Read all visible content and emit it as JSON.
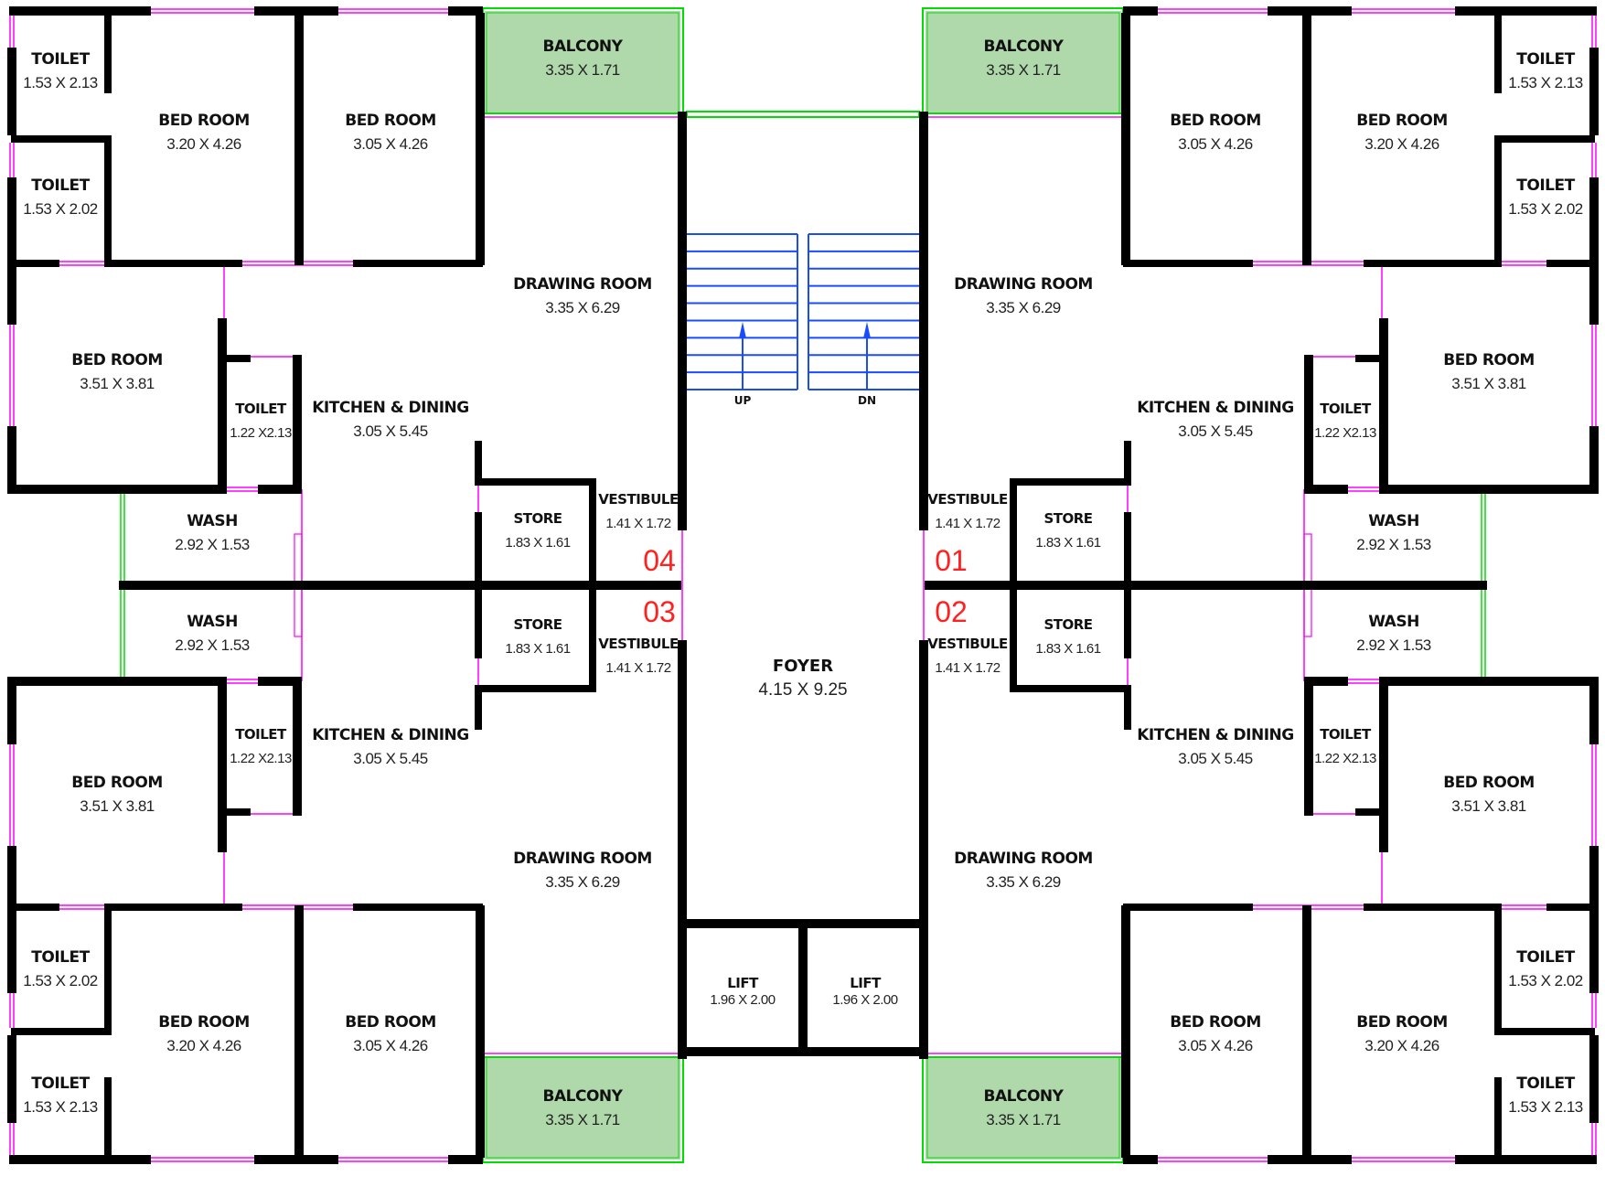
{
  "drawing": {
    "type": "floor-plan",
    "colors": {
      "wall": "#000000",
      "window": "#ff00ff",
      "balcony_fill": "#b0d9ab",
      "balcony_rail": "#00dd00",
      "stair": "#1a4cff",
      "unit_number": "#ff2020"
    },
    "foyer": {
      "name": "FOYER",
      "dim": "4.15 X 9.25"
    },
    "stairs": {
      "up_label": "UP",
      "down_label": "DN",
      "treads_per_flight": 10
    },
    "lifts": [
      {
        "name": "LIFT",
        "dim": "1.96 X 2.00"
      },
      {
        "name": "LIFT",
        "dim": "1.96 X 2.00"
      }
    ],
    "units": [
      {
        "number": "04",
        "position": "top-left",
        "rooms": {
          "balcony": {
            "name": "BALCONY",
            "dim": "3.35 X 1.71"
          },
          "toilet_a": {
            "name": "TOILET",
            "dim": "1.53 X 2.13"
          },
          "toilet_b": {
            "name": "TOILET",
            "dim": "1.53 X 2.02"
          },
          "bedroom_a": {
            "name": "BED  ROOM",
            "dim": "3.20 X 4.26"
          },
          "bedroom_b": {
            "name": "BED  ROOM",
            "dim": "3.05 X 4.26"
          },
          "bedroom_c": {
            "name": "BED  ROOM",
            "dim": "3.51 X 3.81"
          },
          "toilet_c": {
            "name": "TOILET",
            "dim": "1.22 X2.13"
          },
          "drawing": {
            "name": "DRAWING  ROOM",
            "dim": "3.35 X 6.29"
          },
          "kitchen": {
            "name": "KITCHEN &  DINING",
            "dim": "3.05 X 5.45"
          },
          "wash": {
            "name": "WASH",
            "dim": "2.92 X 1.53"
          },
          "store": {
            "name": "STORE",
            "dim": "1.83 X 1.61"
          },
          "vestibule": {
            "name": "VESTIBULE",
            "dim": "1.41 X 1.72"
          }
        }
      },
      {
        "number": "01",
        "position": "top-right",
        "rooms": {
          "balcony": {
            "name": "BALCONY",
            "dim": "3.35 X 1.71"
          },
          "toilet_a": {
            "name": "TOILET",
            "dim": "1.53 X 2.13"
          },
          "toilet_b": {
            "name": "TOILET",
            "dim": "1.53 X 2.02"
          },
          "bedroom_a": {
            "name": "BED  ROOM",
            "dim": "3.20 X 4.26"
          },
          "bedroom_b": {
            "name": "BED  ROOM",
            "dim": "3.05 X 4.26"
          },
          "bedroom_c": {
            "name": "BED  ROOM",
            "dim": "3.51 X 3.81"
          },
          "toilet_c": {
            "name": "TOILET",
            "dim": "1.22 X2.13"
          },
          "drawing": {
            "name": "DRAWING  ROOM",
            "dim": "3.35 X 6.29"
          },
          "kitchen": {
            "name": "KITCHEN &  DINING",
            "dim": "3.05 X 5.45"
          },
          "wash": {
            "name": "WASH",
            "dim": "2.92 X 1.53"
          },
          "store": {
            "name": "STORE",
            "dim": "1.83 X 1.61"
          },
          "vestibule": {
            "name": "VESTIBULE",
            "dim": "1.41 X 1.72"
          }
        }
      },
      {
        "number": "03",
        "position": "bottom-left",
        "rooms": {
          "balcony": {
            "name": "BALCONY",
            "dim": "3.35 X 1.71"
          },
          "toilet_a": {
            "name": "TOILET",
            "dim": "1.53 X 2.13"
          },
          "toilet_b": {
            "name": "TOILET",
            "dim": "1.53 X 2.02"
          },
          "bedroom_a": {
            "name": "BED  ROOM",
            "dim": "3.20 X 4.26"
          },
          "bedroom_b": {
            "name": "BED  ROOM",
            "dim": "3.05 X 4.26"
          },
          "bedroom_c": {
            "name": "BED  ROOM",
            "dim": "3.51 X 3.81"
          },
          "toilet_c": {
            "name": "TOILET",
            "dim": "1.22 X2.13"
          },
          "drawing": {
            "name": "DRAWING  ROOM",
            "dim": "3.35 X 6.29"
          },
          "kitchen": {
            "name": "KITCHEN &  DINING",
            "dim": "3.05 X 5.45"
          },
          "wash": {
            "name": "WASH",
            "dim": "2.92 X 1.53"
          },
          "store": {
            "name": "STORE",
            "dim": "1.83 X 1.61"
          },
          "vestibule": {
            "name": "VESTIBULE",
            "dim": "1.41 X 1.72"
          }
        }
      },
      {
        "number": "02",
        "position": "bottom-right",
        "rooms": {
          "balcony": {
            "name": "BALCONY",
            "dim": "3.35 X 1.71"
          },
          "toilet_a": {
            "name": "TOILET",
            "dim": "1.53 X 2.13"
          },
          "toilet_b": {
            "name": "TOILET",
            "dim": "1.53 X 2.02"
          },
          "bedroom_a": {
            "name": "BED  ROOM",
            "dim": "3.20 X 4.26"
          },
          "bedroom_b": {
            "name": "BED  ROOM",
            "dim": "3.05 X 4.26"
          },
          "bedroom_c": {
            "name": "BED  ROOM",
            "dim": "3.51 X 3.81"
          },
          "toilet_c": {
            "name": "TOILET",
            "dim": "1.22 X2.13"
          },
          "drawing": {
            "name": "DRAWING  ROOM",
            "dim": "3.35 X 6.29"
          },
          "kitchen": {
            "name": "KITCHEN &  DINING",
            "dim": "3.05 X 5.45"
          },
          "wash": {
            "name": "WASH",
            "dim": "2.92 X 1.53"
          },
          "store": {
            "name": "STORE",
            "dim": "1.83 X 1.61"
          },
          "vestibule": {
            "name": "VESTIBULE",
            "dim": "1.41 X 1.72"
          }
        }
      }
    ]
  }
}
